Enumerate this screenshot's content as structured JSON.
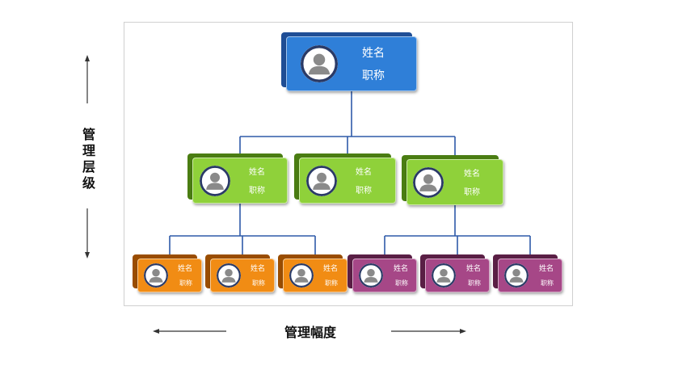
{
  "diagram": {
    "axis_vertical_label": "管理层级",
    "axis_horizontal_label": "管理幅度",
    "colors": {
      "level1_back": "#1f4e96",
      "level1_front": "#2f7fd8",
      "level2_back": "#4a7d12",
      "level2_front": "#8fd13a",
      "level3_orange_back": "#9a4d00",
      "level3_orange_front": "#f18c14",
      "level3_purple_back": "#5a1f45",
      "level3_purple_front": "#a64787",
      "connector": "#2e5aa8",
      "avatar_ring": "#2a3a66",
      "avatar_face": "#8a8a8a"
    },
    "nodes": [
      {
        "id": "ceo",
        "name": "姓名",
        "title": "职称",
        "level": 1,
        "style": "blue",
        "avatar_icon": "person-icon"
      },
      {
        "id": "mgr-1",
        "name": "姓名",
        "title": "职称",
        "level": 2,
        "style": "green",
        "avatar_icon": "person-icon"
      },
      {
        "id": "mgr-2",
        "name": "姓名",
        "title": "职称",
        "level": 2,
        "style": "green",
        "avatar_icon": "person-icon"
      },
      {
        "id": "mgr-3",
        "name": "姓名",
        "title": "职称",
        "level": 2,
        "style": "green",
        "avatar_icon": "person-icon"
      },
      {
        "id": "staff-1",
        "name": "姓名",
        "title": "职称",
        "level": 3,
        "style": "orange",
        "avatar_icon": "person-icon"
      },
      {
        "id": "staff-2",
        "name": "姓名",
        "title": "职称",
        "level": 3,
        "style": "orange",
        "avatar_icon": "person-icon"
      },
      {
        "id": "staff-3",
        "name": "姓名",
        "title": "职称",
        "level": 3,
        "style": "orange",
        "avatar_icon": "person-icon"
      },
      {
        "id": "staff-4",
        "name": "姓名",
        "title": "职称",
        "level": 3,
        "style": "purple",
        "avatar_icon": "person-icon"
      },
      {
        "id": "staff-5",
        "name": "姓名",
        "title": "职称",
        "level": 3,
        "style": "purple",
        "avatar_icon": "person-icon"
      },
      {
        "id": "staff-6",
        "name": "姓名",
        "title": "职称",
        "level": 3,
        "style": "purple",
        "avatar_icon": "person-icon"
      }
    ],
    "edges": [
      {
        "from": "ceo",
        "to": "mgr-1"
      },
      {
        "from": "ceo",
        "to": "mgr-2"
      },
      {
        "from": "ceo",
        "to": "mgr-3"
      },
      {
        "from": "mgr-1",
        "to": "staff-1"
      },
      {
        "from": "mgr-1",
        "to": "staff-2"
      },
      {
        "from": "mgr-1",
        "to": "staff-3"
      },
      {
        "from": "mgr-3",
        "to": "staff-4"
      },
      {
        "from": "mgr-3",
        "to": "staff-5"
      },
      {
        "from": "mgr-3",
        "to": "staff-6"
      }
    ]
  }
}
